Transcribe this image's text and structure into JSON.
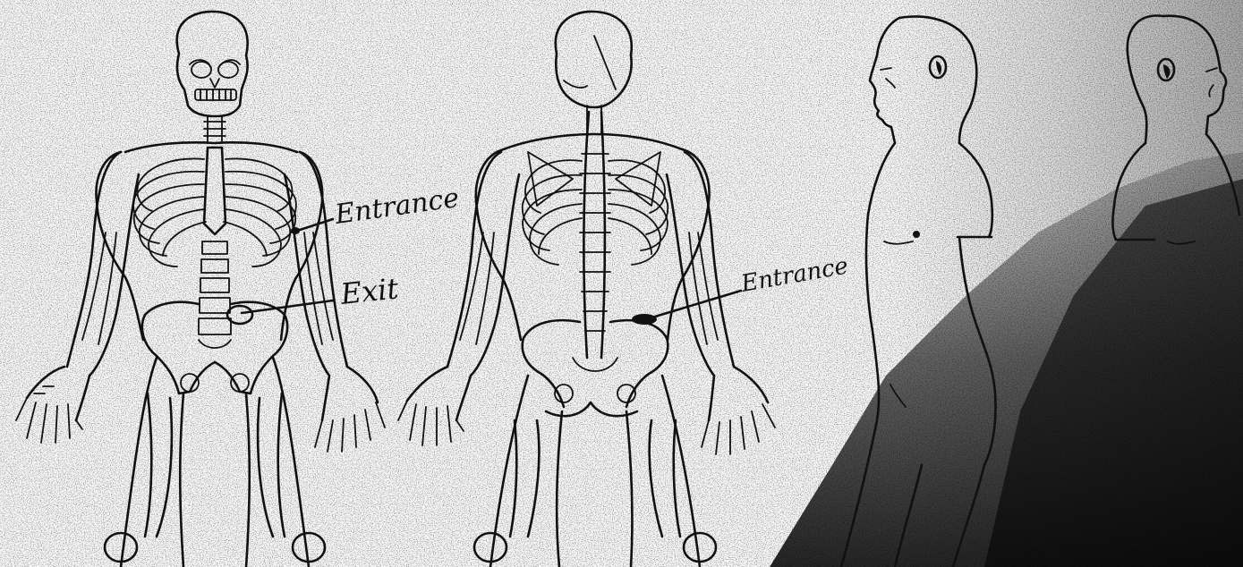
{
  "annotations": {
    "front_entrance": "Entrance",
    "front_exit": "Exit",
    "back_entrance": "Entrance"
  },
  "figures": [
    "skeleton-anterior",
    "skeleton-posterior",
    "body-profile-right",
    "body-profile-left"
  ],
  "colors": {
    "ink": "#111111",
    "paper": "#ffffff",
    "shadow": "#1a1a1a"
  }
}
